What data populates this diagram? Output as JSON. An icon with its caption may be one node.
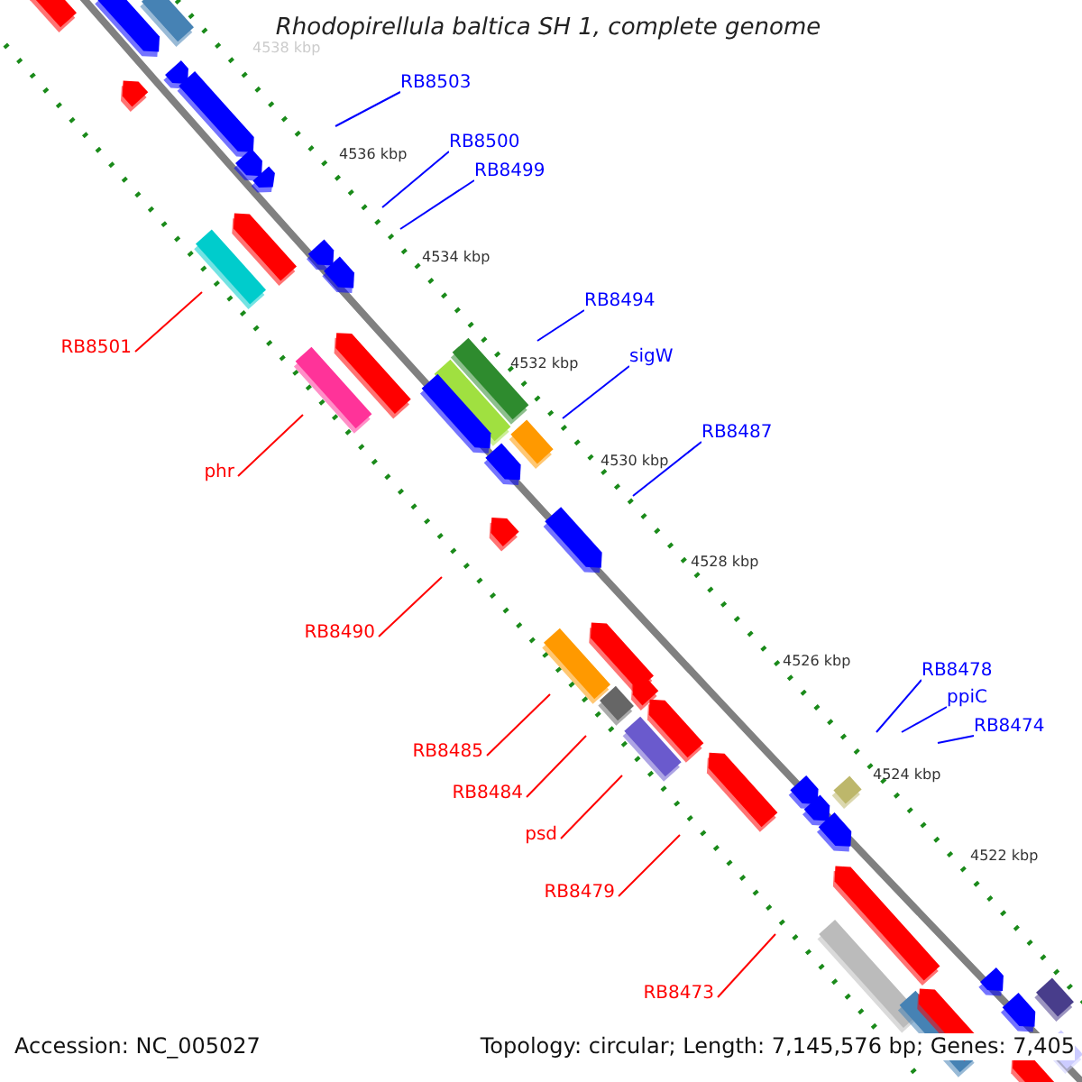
{
  "diagram": {
    "title": "Rhodopirellula baltica SH 1, complete genome",
    "nodes": [
      {
        "text": [
          "RB8503"
        ]
      },
      {
        "text": [
          "RB8500"
        ]
      },
      {
        "text": [
          "RB8499"
        ]
      },
      {
        "text": [
          "RB8494"
        ]
      },
      {
        "text": [
          "RB8501"
        ]
      },
      {
        "text": [
          "sigW"
        ]
      },
      {
        "text": [
          "RB8487"
        ]
      },
      {
        "text": [
          "phr"
        ]
      },
      {
        "text": [
          "RB8490"
        ]
      },
      {
        "text": [
          "RB8478"
        ]
      },
      {
        "text": [
          "ppiC"
        ]
      },
      {
        "text": [
          "RB8474"
        ]
      },
      {
        "text": [
          "RB8485"
        ]
      },
      {
        "text": [
          "RB8484"
        ]
      },
      {
        "text": [
          "psd"
        ]
      },
      {
        "text": [
          "RB8479"
        ]
      },
      {
        "text": [
          "RB8473"
        ]
      }
    ],
    "edges": [
      {
        "from": 0,
        "to": null,
        "arrow": "none"
      },
      {
        "from": 1,
        "to": null,
        "arrow": "none"
      },
      {
        "from": 2,
        "to": null,
        "arrow": "none"
      },
      {
        "from": 3,
        "to": null,
        "arrow": "none"
      },
      {
        "from": 4,
        "to": null,
        "arrow": "none",
        "color": "#ff0000"
      },
      {
        "from": 5,
        "to": null,
        "arrow": "none"
      },
      {
        "from": 6,
        "to": null,
        "arrow": "none"
      },
      {
        "from": 7,
        "to": null,
        "arrow": "none",
        "color": "#ff0000"
      },
      {
        "from": 8,
        "to": null,
        "arrow": "none",
        "color": "#ff0000"
      },
      {
        "from": 9,
        "to": null,
        "arrow": "none"
      },
      {
        "from": 10,
        "to": null,
        "arrow": "none"
      },
      {
        "from": 11,
        "to": null,
        "arrow": "none"
      },
      {
        "from": 12,
        "to": null,
        "arrow": "none",
        "color": "#ff0000"
      },
      {
        "from": 13,
        "to": null,
        "arrow": "none",
        "color": "#ff0000"
      },
      {
        "from": 14,
        "to": null,
        "arrow": "none",
        "color": "#ff0000"
      },
      {
        "from": 15,
        "to": null,
        "arrow": "none",
        "color": "#ff0000"
      },
      {
        "from": 16,
        "to": null,
        "arrow": "none",
        "color": "#ff0000"
      }
    ],
    "labels": [
      "4538 kbp",
      "4536 kbp",
      "4534 kbp",
      "4532 kbp",
      "4530 kbp",
      "4528 kbp",
      "4526 kbp",
      "4524 kbp",
      "4522 kbp",
      "Accession: NC_005027",
      "Topology: circular; Length: 7,145,576 bp; Genes: 7,405"
    ]
  }
}
